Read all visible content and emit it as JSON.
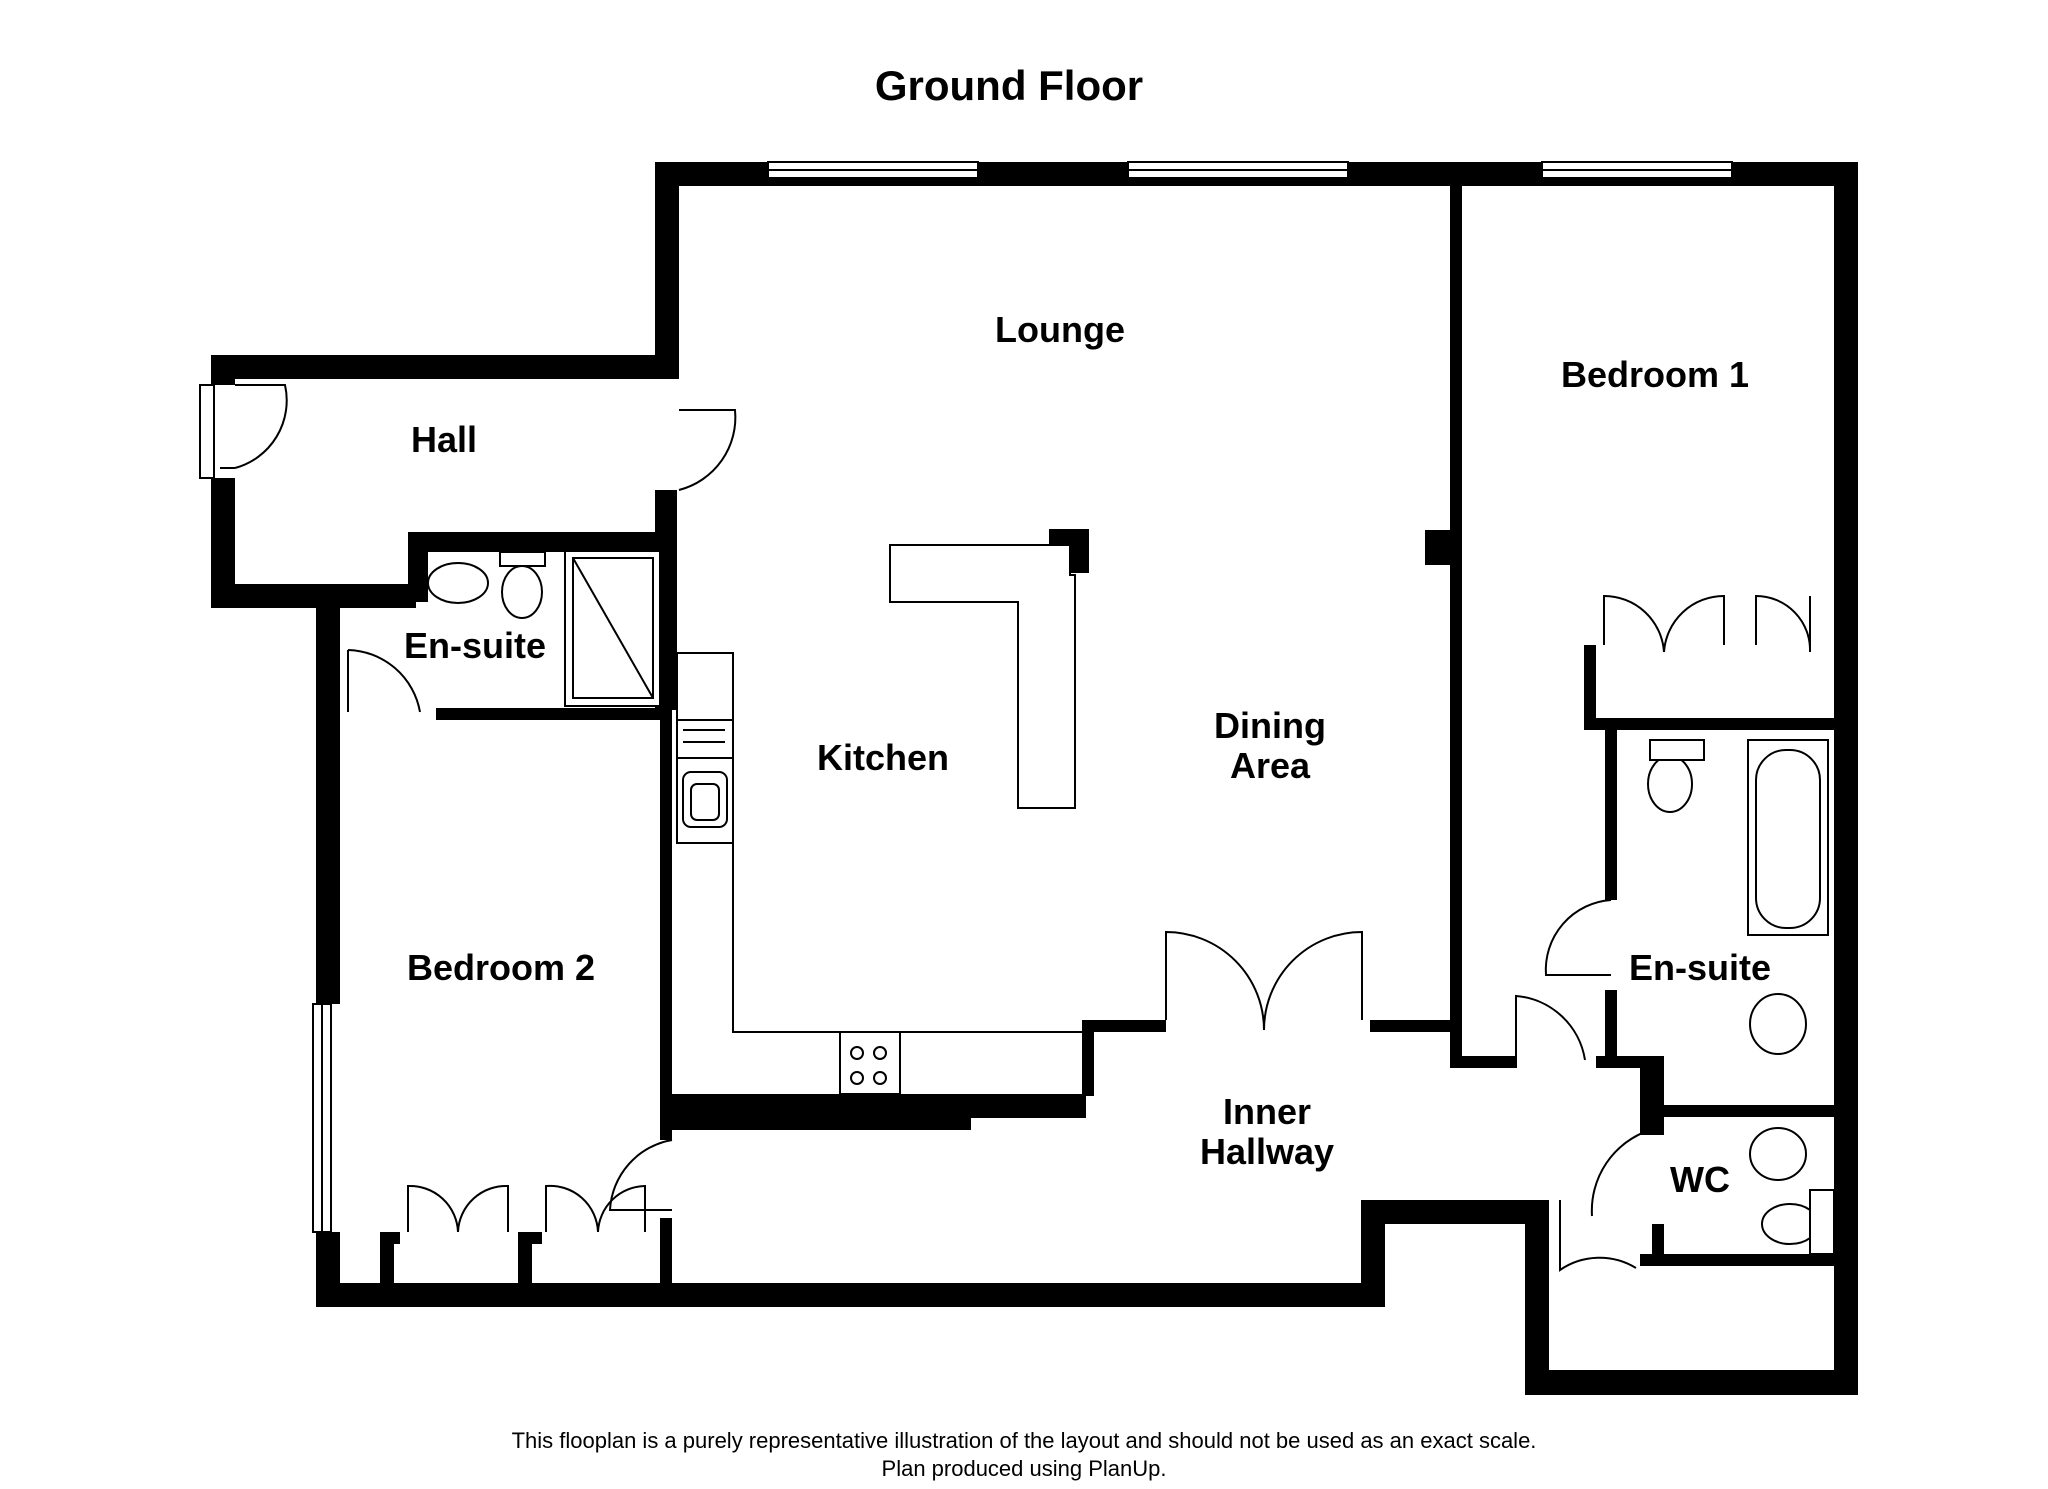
{
  "title": "Ground Floor",
  "rooms": {
    "lounge": "Lounge",
    "bedroom1": "Bedroom 1",
    "hall": "Hall",
    "ensuite_left": "En-suite",
    "kitchen": "Kitchen",
    "dining_line1": "Dining",
    "dining_line2": "Area",
    "bedroom2": "Bedroom 2",
    "ensuite_right": "En-suite",
    "inner_hallway_line1": "Inner",
    "inner_hallway_line2": "Hallway",
    "wc": "WC"
  },
  "footer": {
    "line1": "This flooplan is a purely representative illustration of the layout and should not be used as an exact scale.",
    "line2": "Plan produced using PlanUp."
  }
}
